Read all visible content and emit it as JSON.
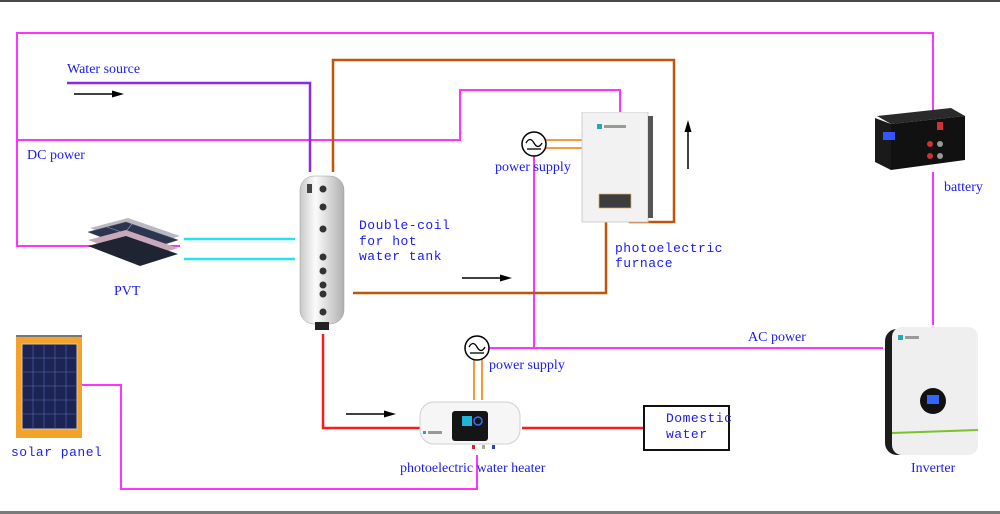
{
  "diagram": {
    "title": "Photovoltaic-thermal hybrid water heating and power system",
    "colors": {
      "dc_power_line": "#ff33ff",
      "water_source_line": "#8a2be2",
      "hot_water_loop": "#c0550a",
      "pvt_coolant": "#22e5f0",
      "hot_water_out": "#ff1a1a",
      "power_supply_leads": "#f59a3a",
      "label_text": "#1a1aff"
    },
    "labels": {
      "water_source": "Water source",
      "dc_power": "DC power",
      "pvt": "PVT",
      "tank": [
        "Double-coil",
        "for hot",
        "water tank"
      ],
      "furnace_power_supply": "power supply",
      "furnace": [
        "photoelectric",
        "furnace"
      ],
      "battery": "battery",
      "ac_power": "AC power",
      "heater_power_supply": "power supply",
      "water_heater": "photoelectric water heater",
      "domestic_water": [
        "Domestic",
        "water"
      ],
      "inverter": "Inverter",
      "solar_panel": "solar panel"
    },
    "icons": {
      "power_supply": "ac-source-symbol",
      "flow_arrow": "arrow"
    }
  }
}
